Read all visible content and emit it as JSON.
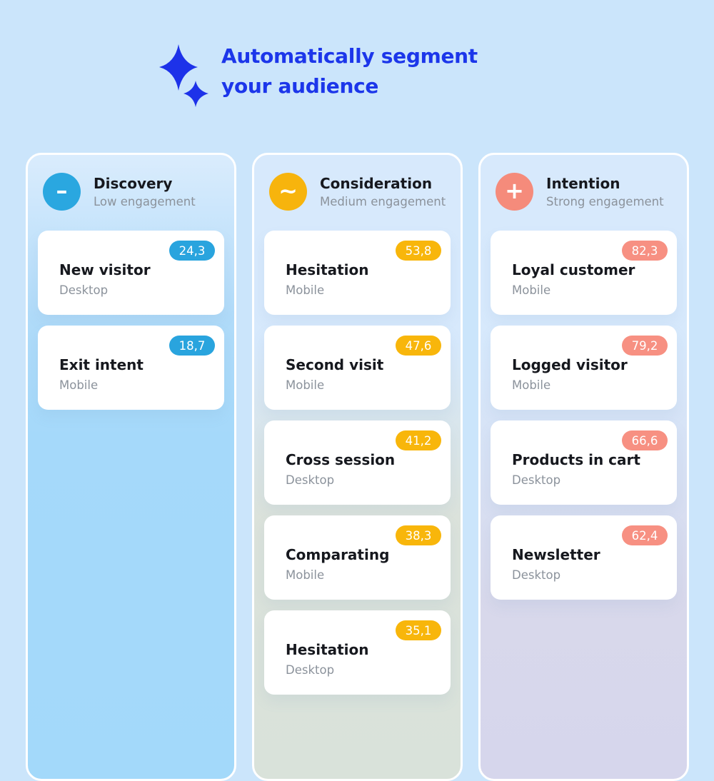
{
  "header": {
    "icon": "sparkles-icon",
    "title_line1": "Automatically segment",
    "title_line2": "your audience"
  },
  "colors": {
    "page_bg": "#CBE5FB",
    "header_title": "#1C36EA",
    "sparkle_blue": "#1D32E9",
    "card_bg": "#FFFFFF",
    "card_title_text": "#16181E",
    "muted_text": "#8B929B",
    "badge_text": "#FFFFFF"
  },
  "columns": [
    {
      "id": "discovery",
      "title": "Discovery",
      "subtitle": "Low engagement",
      "icon": "minus-icon",
      "icon_glyph": "–",
      "accent": "#2AA7E0",
      "badge_color": "#29A4DE",
      "bg_gradient": "linear-gradient(180deg, #DAECFD 0%, #B0DBF9 26%, #A5D9FA 45%, #A3D9FA 100%)",
      "cards": [
        {
          "name": "New visitor",
          "device": "Desktop",
          "score": "24,3"
        },
        {
          "name": "Exit intent",
          "device": "Mobile",
          "score": "18,7"
        }
      ]
    },
    {
      "id": "consideration",
      "title": "Consideration",
      "subtitle": "Medium engagement",
      "icon": "wave-icon",
      "icon_glyph": "~",
      "accent": "#F7B40D",
      "badge_color": "#F8B60B",
      "bg_gradient": "linear-gradient(180deg, #D7E9FC 0%, #D7E9FC 30%, #DBE2DB 58%, #D9E2DA 100%)",
      "cards": [
        {
          "name": "Hesitation",
          "device": "Mobile",
          "score": "53,8"
        },
        {
          "name": "Second visit",
          "device": "Mobile",
          "score": "47,6"
        },
        {
          "name": "Cross session",
          "device": "Desktop",
          "score": "41,2"
        },
        {
          "name": "Comparating",
          "device": "Mobile",
          "score": "38,3"
        },
        {
          "name": "Hesitation",
          "device": "Desktop",
          "score": "35,1"
        }
      ]
    },
    {
      "id": "intention",
      "title": "Intention",
      "subtitle": "Strong engagement",
      "icon": "plus-icon",
      "icon_glyph": "+",
      "accent": "#F58B7B",
      "badge_color": "#F79082",
      "bg_gradient": "linear-gradient(180deg, #D7E9FC 0%, #D7E9FC 30%, #D8D8EB 72%, #D6D6EC 100%)",
      "cards": [
        {
          "name": "Loyal customer",
          "device": "Mobile",
          "score": "82,3"
        },
        {
          "name": "Logged visitor",
          "device": "Mobile",
          "score": "79,2"
        },
        {
          "name": "Products in cart",
          "device": "Desktop",
          "score": "66,6"
        },
        {
          "name": "Newsletter",
          "device": "Desktop",
          "score": "62,4"
        }
      ]
    }
  ]
}
